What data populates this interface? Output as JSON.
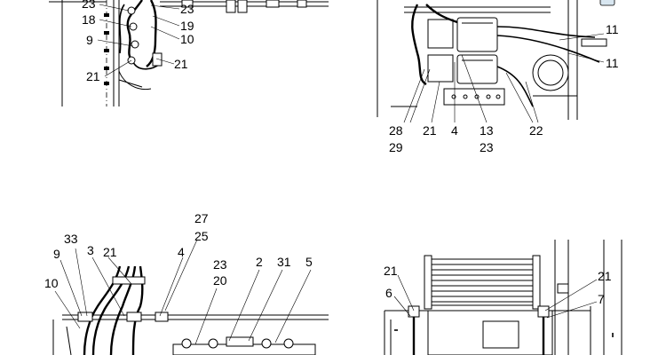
{
  "panels": {
    "top_left": {
      "callouts": [
        "23",
        "18",
        "9",
        "21",
        "23",
        "19",
        "10",
        "21"
      ]
    },
    "top_right": {
      "callouts": [
        "11",
        "11",
        "28",
        "29",
        "21",
        "4",
        "13",
        "23",
        "22"
      ]
    },
    "bottom_left": {
      "callouts": [
        "27",
        "25",
        "33",
        "9",
        "21",
        "3",
        "4",
        "10",
        "23",
        "20",
        "2",
        "31",
        "5"
      ]
    },
    "bottom_right": {
      "callouts": [
        "21",
        "21",
        "6",
        "7"
      ]
    }
  },
  "colors": {
    "line": "#000000",
    "background": "#ffffff",
    "tag_fill": "#d8e6f0"
  },
  "icons": {
    "marker": "reference-tag-icon"
  }
}
